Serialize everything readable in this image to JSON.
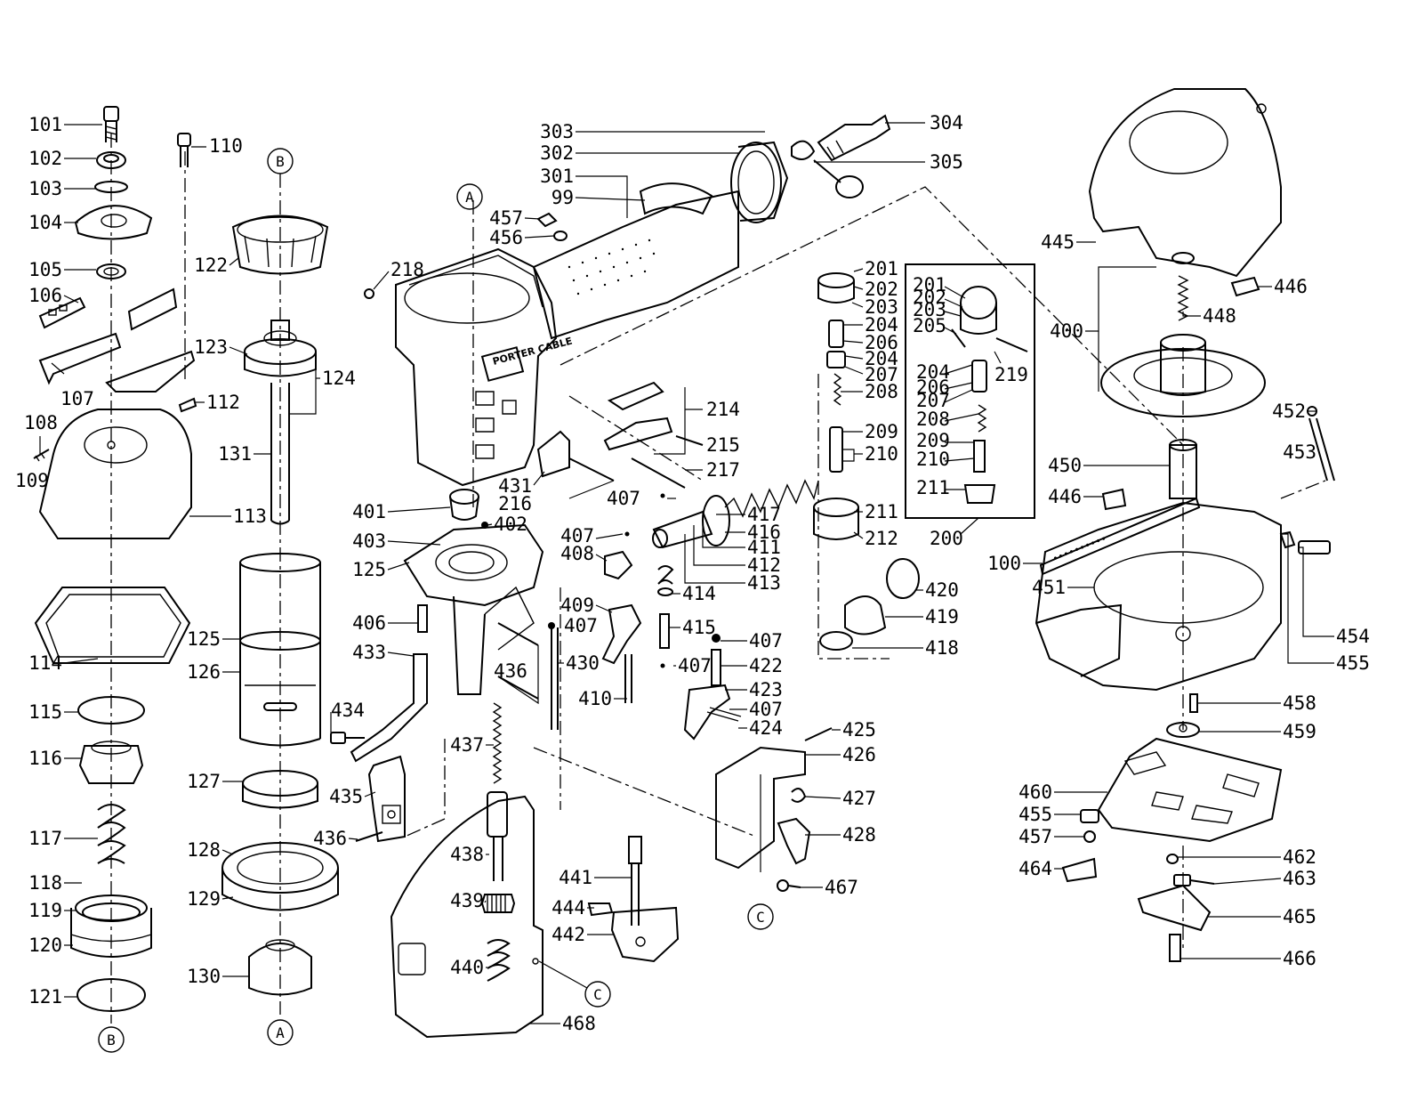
{
  "diagram": {
    "connector_labels": [
      "A",
      "B",
      "C"
    ],
    "brand_text": "PORTER CABLE",
    "part_numbers": {
      "p101": "101",
      "p102": "102",
      "p103": "103",
      "p104": "104",
      "p105": "105",
      "p106": "106",
      "p107": "107",
      "p108": "108",
      "p109": "109",
      "p110": "110",
      "p112": "112",
      "p113": "113",
      "p114": "114",
      "p115": "115",
      "p116": "116",
      "p117": "117",
      "p118": "118",
      "p119": "119",
      "p120": "120",
      "p121": "121",
      "p122": "122",
      "p123": "123",
      "p124": "124",
      "p125a": "125",
      "p125b": "125",
      "p126": "126",
      "p127": "127",
      "p128": "128",
      "p129": "129",
      "p130": "130",
      "p131": "131",
      "p99": "99",
      "p301": "301",
      "p302": "302",
      "p303": "303",
      "p304": "304",
      "p305": "305",
      "p218": "218",
      "p457a": "457",
      "p456": "456",
      "p201a": "201",
      "p202a": "202",
      "p203a": "203",
      "p204a": "204",
      "p206a": "206",
      "p204b": "204",
      "p207a": "207",
      "p208a": "208",
      "p209a": "209",
      "p210a": "210",
      "p211a": "211",
      "p212": "212",
      "p201b": "201",
      "p202b": "202",
      "p203b": "203",
      "p205": "205",
      "p219": "219",
      "p204c": "204",
      "p206b": "206",
      "p207b": "207",
      "p208b": "208",
      "p209b": "209",
      "p210b": "210",
      "p211b": "211",
      "p200": "200",
      "p214": "214",
      "p215": "215",
      "p217": "217",
      "p216": "216",
      "p431": "431",
      "p401": "401",
      "p402": "402",
      "p403": "403",
      "p406": "406",
      "p433": "433",
      "p436a": "436",
      "p430": "430",
      "p434": "434",
      "p435": "435",
      "p436b": "436",
      "p437": "437",
      "p438": "438",
      "p439": "439",
      "p440": "440",
      "p441": "441",
      "p444": "444",
      "p442": "442",
      "p468": "468",
      "p407a": "407",
      "p407b": "407",
      "p407c": "407",
      "p407d": "407",
      "p407e": "407",
      "p407f": "407",
      "p408": "408",
      "p409": "409",
      "p410": "410",
      "p411": "411",
      "p412": "412",
      "p413": "413",
      "p414": "414",
      "p415": "415",
      "p416": "416",
      "p417": "417",
      "p418": "418",
      "p419": "419",
      "p420": "420",
      "p422": "422",
      "p423": "423",
      "p424": "424",
      "p425": "425",
      "p426": "426",
      "p427": "427",
      "p428": "428",
      "p467": "467",
      "p445": "445",
      "p446a": "446",
      "p448": "448",
      "p400": "400",
      "p452": "452",
      "p453": "453",
      "p450": "450",
      "p446b": "446",
      "p100": "100",
      "p451": "451",
      "p454": "454",
      "p455a": "455",
      "p458": "458",
      "p459": "459",
      "p460": "460",
      "p455b": "455",
      "p457b": "457",
      "p462": "462",
      "p464": "464",
      "p463": "463",
      "p465": "465",
      "p466": "466"
    }
  }
}
